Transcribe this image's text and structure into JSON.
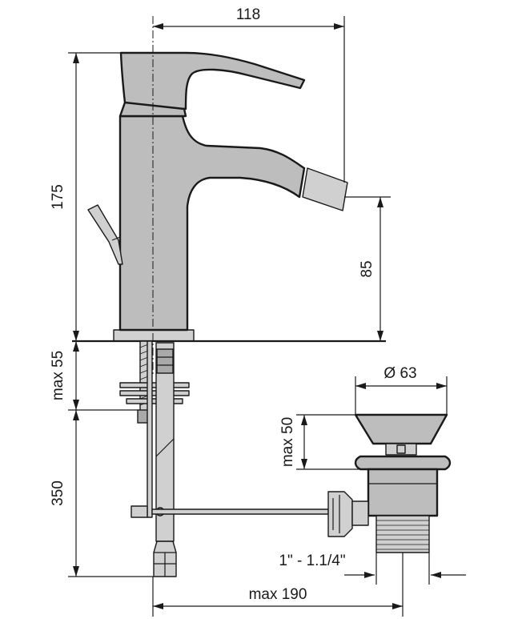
{
  "dimensions": {
    "spout_reach": "118",
    "total_height": "175",
    "spout_height": "85",
    "deck_thickness": "max 55",
    "hose_length": "350",
    "waste_diameter": "Ø 63",
    "waste_height": "max 50",
    "waste_thread": "1\" - 1.1/4\"",
    "pop_up_reach": "max 190"
  }
}
